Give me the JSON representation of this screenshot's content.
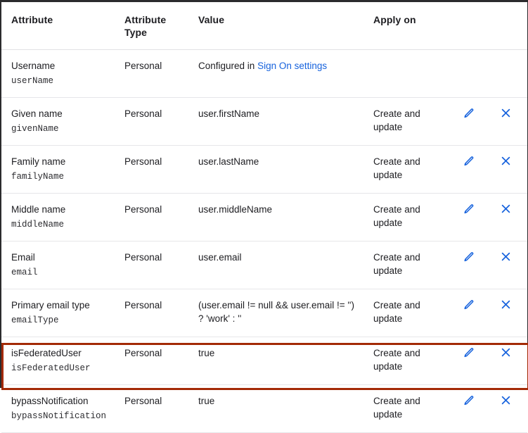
{
  "table": {
    "columns": [
      {
        "id": "attribute",
        "label": "Attribute"
      },
      {
        "id": "attribute_type",
        "label": "Attribute\nType"
      },
      {
        "id": "value",
        "label": "Value"
      },
      {
        "id": "apply_on",
        "label": "Apply on"
      }
    ],
    "headers": {
      "attribute": "Attribute",
      "attribute_type_line1": "Attribute",
      "attribute_type_line2": "Type",
      "value": "Value",
      "apply_on": "Apply on"
    },
    "rows": [
      {
        "attribute_title": "Username",
        "attribute_var": "userName",
        "attribute_type": "Personal",
        "value_prefix": "Configured in ",
        "value_link": "Sign On settings",
        "value": "",
        "apply_on_line1": "",
        "apply_on_line2": "",
        "has_actions": false,
        "highlighted": false
      },
      {
        "attribute_title": "Given name",
        "attribute_var": "givenName",
        "attribute_type": "Personal",
        "value_prefix": "",
        "value_link": "",
        "value": "user.firstName",
        "apply_on_line1": "Create and",
        "apply_on_line2": "update",
        "has_actions": true,
        "highlighted": false
      },
      {
        "attribute_title": "Family name",
        "attribute_var": "familyName",
        "attribute_type": "Personal",
        "value_prefix": "",
        "value_link": "",
        "value": "user.lastName",
        "apply_on_line1": "Create and",
        "apply_on_line2": "update",
        "has_actions": true,
        "highlighted": false
      },
      {
        "attribute_title": "Middle name",
        "attribute_var": "middleName",
        "attribute_type": "Personal",
        "value_prefix": "",
        "value_link": "",
        "value": "user.middleName",
        "apply_on_line1": "Create and",
        "apply_on_line2": "update",
        "has_actions": true,
        "highlighted": false
      },
      {
        "attribute_title": "Email",
        "attribute_var": "email",
        "attribute_type": "Personal",
        "value_prefix": "",
        "value_link": "",
        "value": "user.email",
        "apply_on_line1": "Create and",
        "apply_on_line2": "update",
        "has_actions": true,
        "highlighted": false
      },
      {
        "attribute_title": "Primary email type",
        "attribute_var": "emailType",
        "attribute_type": "Personal",
        "value_prefix": "",
        "value_link": "",
        "value": "(user.email != null && user.email != '') ? 'work' : ''",
        "apply_on_line1": "Create and",
        "apply_on_line2": "update",
        "has_actions": true,
        "highlighted": false
      },
      {
        "attribute_title": "isFederatedUser",
        "attribute_var": "isFederatedUser",
        "attribute_type": "Personal",
        "value_prefix": "",
        "value_link": "",
        "value": "true",
        "apply_on_line1": "Create and",
        "apply_on_line2": "update",
        "has_actions": true,
        "highlighted": false
      },
      {
        "attribute_title": "bypassNotification",
        "attribute_var": "bypassNotification",
        "attribute_type": "Personal",
        "value_prefix": "",
        "value_link": "",
        "value": "true",
        "apply_on_line1": "Create and",
        "apply_on_line2": "update",
        "has_actions": true,
        "highlighted": true
      }
    ],
    "action_icons": {
      "edit": "pencil-icon",
      "delete": "close-x-icon"
    }
  },
  "colors": {
    "link": "#1662dd",
    "icon": "#1662dd",
    "highlight_border": "#a32a06",
    "row_divider": "#e6e6e9",
    "header_divider": "#e1e1e4",
    "text": "#1d1d21",
    "crop_edge": "#2b2b2d"
  }
}
